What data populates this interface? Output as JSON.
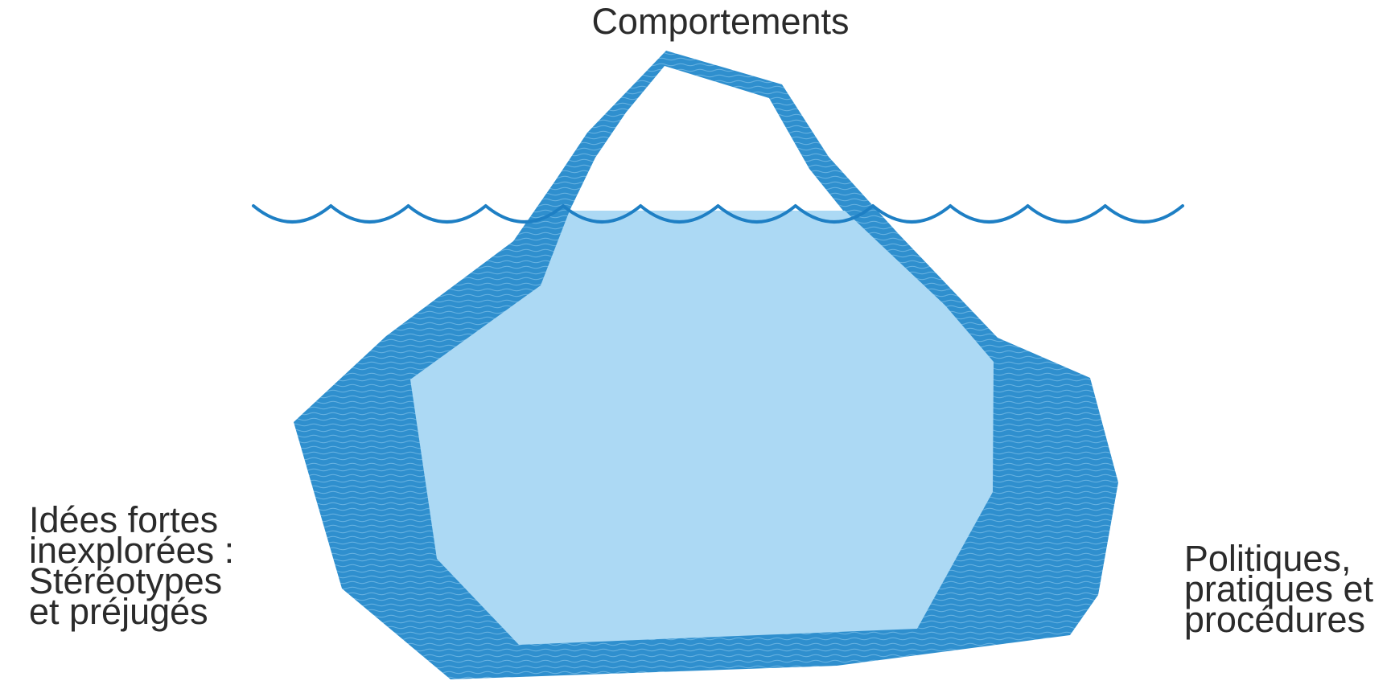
{
  "labels": {
    "top": "Comportements",
    "left": [
      "Idées fortes",
      "inexplorées :",
      "Stéréotypes",
      "et préjugés"
    ],
    "right": [
      "Politiques,",
      "pratiques et",
      "procédures"
    ]
  },
  "colors": {
    "outer_band": "#2f8fce",
    "band_stripe": "#64b0e0",
    "inner_fill": "#acd9f4",
    "waterline": "#1e7fc4",
    "text": "#2b2b2b",
    "background": "#ffffff"
  }
}
